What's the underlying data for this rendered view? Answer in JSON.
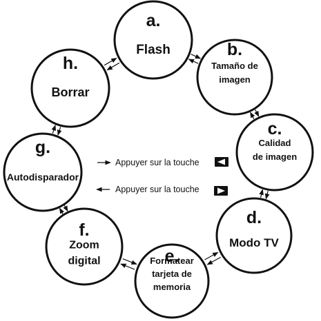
{
  "nodes": [
    {
      "id": "a",
      "letter": "a.",
      "lines": [
        "Flash"
      ]
    },
    {
      "id": "b",
      "letter": "b.",
      "lines": [
        "Tamaño de",
        "imagen"
      ]
    },
    {
      "id": "c",
      "letter": "c.",
      "lines": [
        "Calidad",
        "de imagen"
      ]
    },
    {
      "id": "d",
      "letter": "d.",
      "lines": [
        "Modo TV"
      ]
    },
    {
      "id": "e",
      "letter": "e.",
      "lines": [
        "Formatear",
        "tarjeta de",
        "memoria"
      ]
    },
    {
      "id": "f",
      "letter": "f.",
      "lines": [
        "Zoom",
        "digital"
      ]
    },
    {
      "id": "g",
      "letter": "g.",
      "lines": [
        "Autodisparador"
      ]
    },
    {
      "id": "h",
      "letter": "h.",
      "lines": [
        "Borrar"
      ]
    }
  ],
  "legend": {
    "press_left": "Appuyer sur la touche",
    "press_right": "Appuyer sur la touche",
    "left_key_icon": "left-key-icon",
    "right_key_icon": "right-key-icon"
  }
}
